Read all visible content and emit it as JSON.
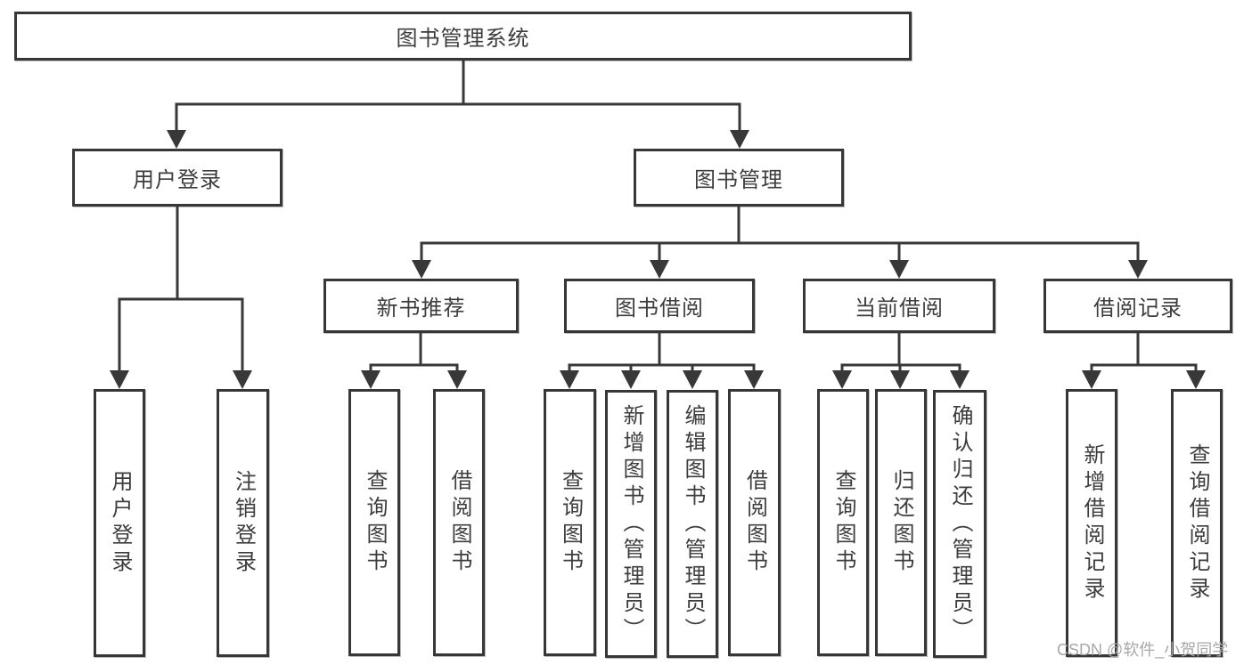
{
  "tree": {
    "root": {
      "label": "图书管理系统"
    },
    "branches": [
      {
        "label": "用户登录",
        "children": [
          {
            "label": "用户登录"
          },
          {
            "label": "注销登录"
          }
        ]
      },
      {
        "label": "图书管理",
        "children": [
          {
            "label": "新书推荐",
            "children": [
              {
                "label": "查询图书"
              },
              {
                "label": "借阅图书"
              }
            ]
          },
          {
            "label": "图书借阅",
            "children": [
              {
                "label": "查询图书"
              },
              {
                "label": "新增图书（管理员）"
              },
              {
                "label": "编辑图书（管理员）"
              },
              {
                "label": "借阅图书"
              }
            ]
          },
          {
            "label": "当前借阅",
            "children": [
              {
                "label": "查询图书"
              },
              {
                "label": "归还图书"
              },
              {
                "label": "确认归还（管理员）"
              }
            ]
          },
          {
            "label": "借阅记录",
            "children": [
              {
                "label": "新增借阅记录"
              },
              {
                "label": "查询借阅记录"
              }
            ]
          }
        ]
      }
    ]
  },
  "watermark": {
    "text": "CSDN @软件_小贺同学"
  },
  "colors": {
    "line": "#383838",
    "text": "#3d3d3d",
    "box_background": "#ffffff",
    "watermark": "#a8a8a8"
  }
}
